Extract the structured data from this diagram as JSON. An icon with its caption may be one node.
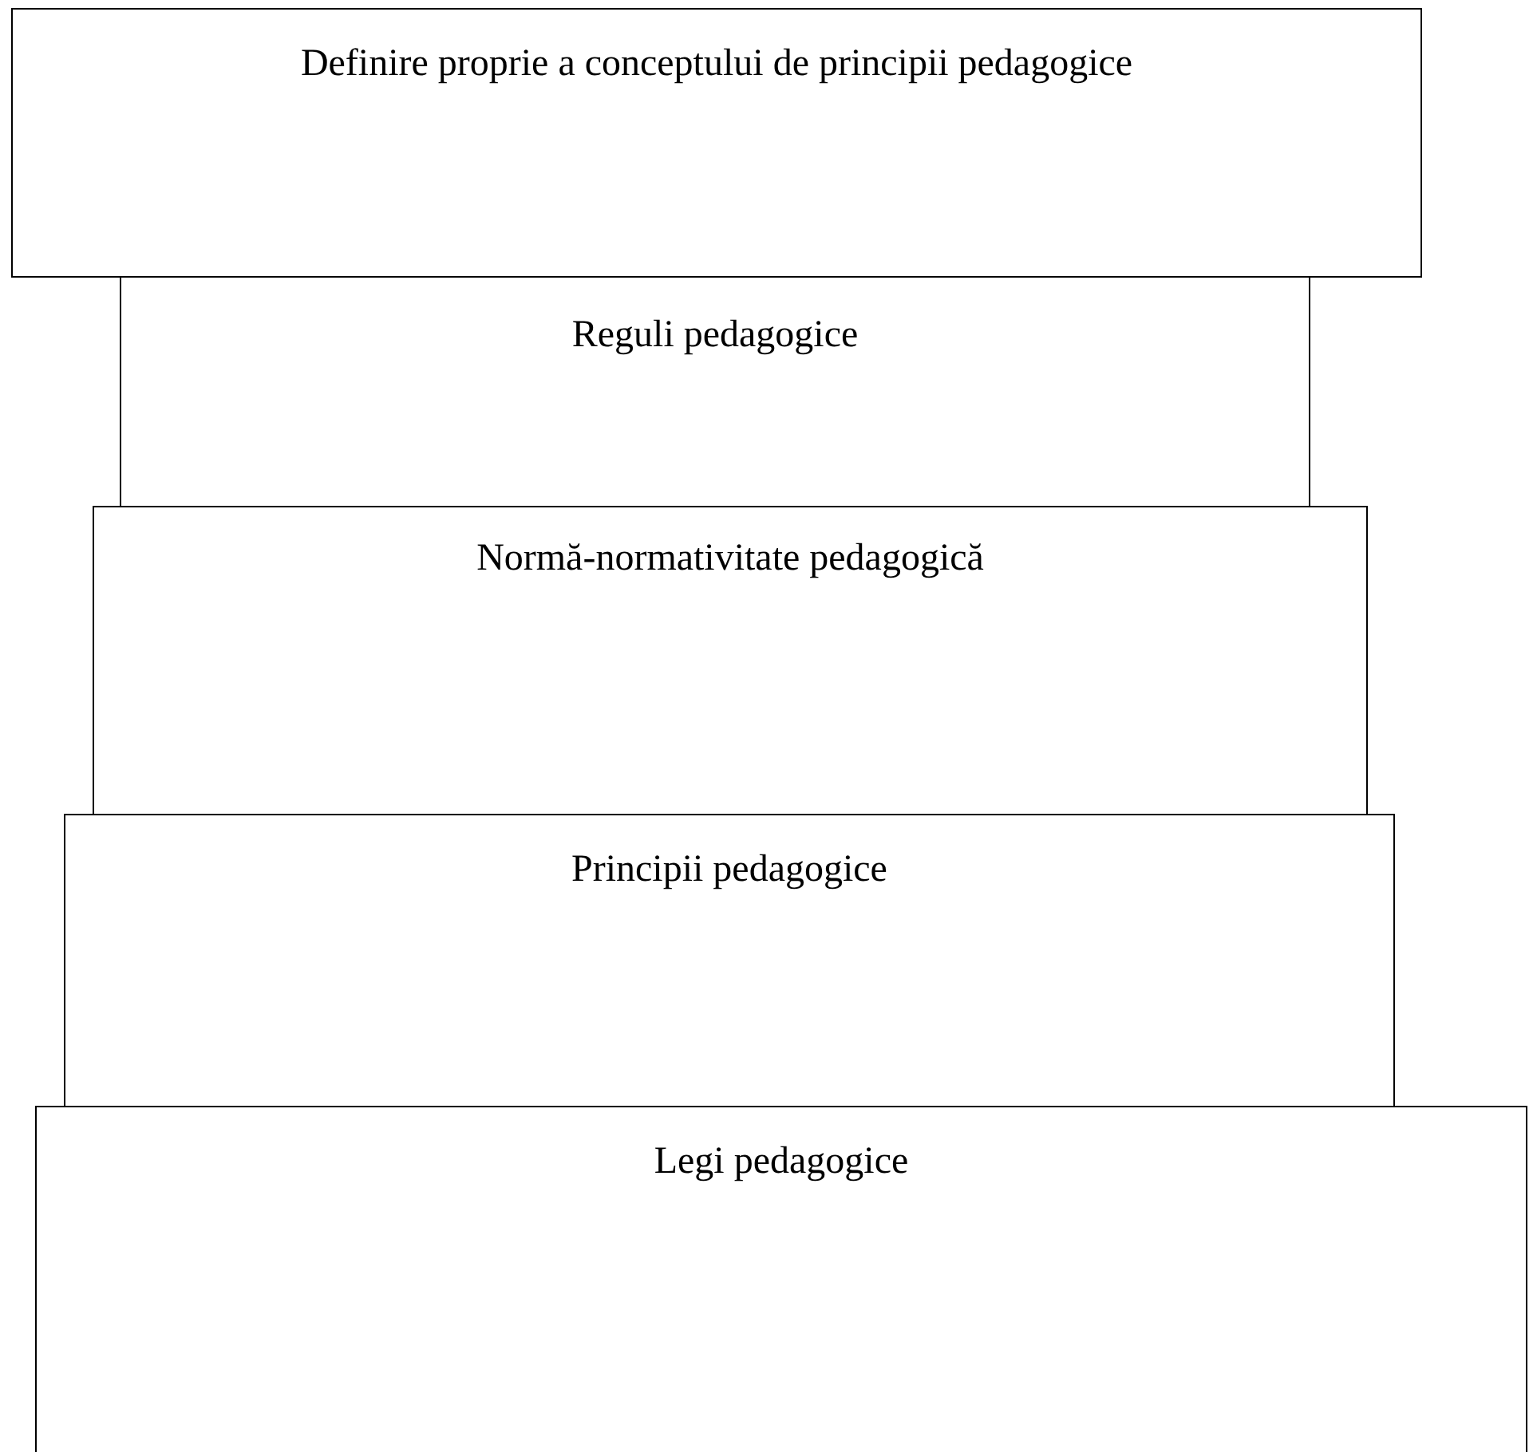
{
  "diagram": {
    "nodes": [
      {
        "text": [
          "Definire proprie a conceptului de principii pedagogice"
        ]
      },
      {
        "text": [
          "Reguli pedagogice"
        ]
      },
      {
        "text": [
          "Normă-normativitate pedagogică"
        ]
      },
      {
        "text": [
          "Principii pedagogice"
        ]
      },
      {
        "text": [
          "Legi pedagogice"
        ]
      }
    ]
  }
}
